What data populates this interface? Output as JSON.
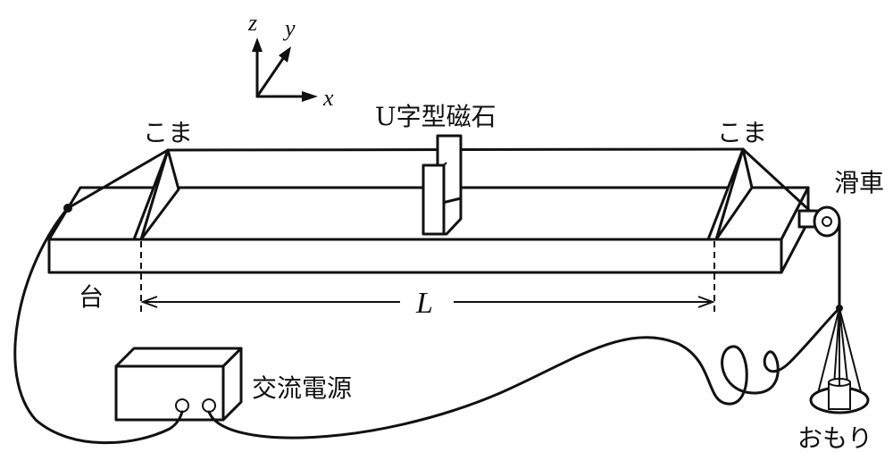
{
  "axes": {
    "x": "x",
    "y": "y",
    "z": "z"
  },
  "labels": {
    "magnet": "U字型磁石",
    "bridge_left": "こま",
    "bridge_right": "こま",
    "pulley": "滑車",
    "base": "台",
    "length": "L",
    "power_supply": "交流電源",
    "weight": "おもり"
  }
}
